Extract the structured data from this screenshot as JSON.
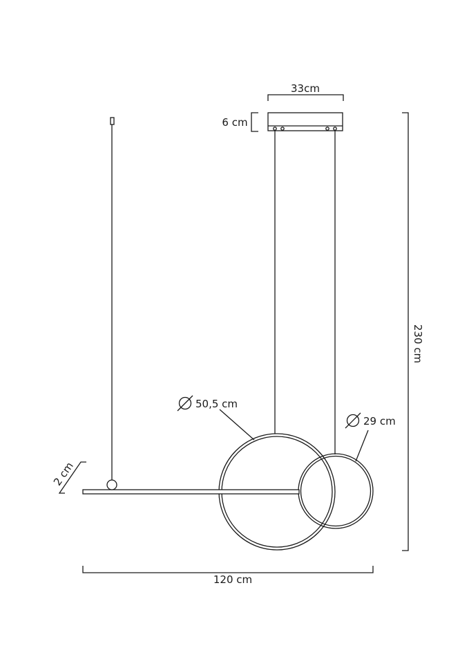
{
  "dimensions": {
    "canopy_width": "33cm",
    "canopy_height": "6 cm",
    "total_height": "230 cm",
    "total_width": "120 cm",
    "large_ring_diameter": "50,5 cm",
    "small_ring_diameter": "29 cm",
    "bar_thickness": "2 cm"
  },
  "colors": {
    "line": "#1a1a1a",
    "background": "#ffffff"
  }
}
